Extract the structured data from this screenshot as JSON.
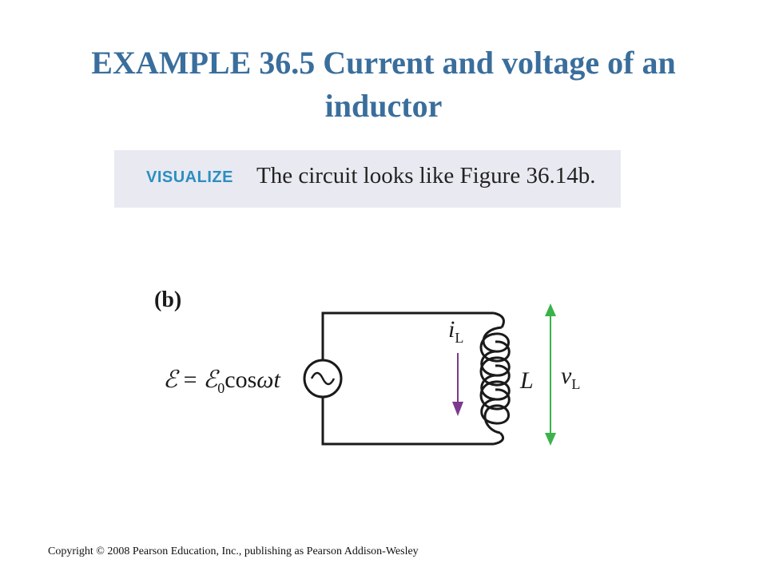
{
  "title": "EXAMPLE 36.5 Current and voltage of an inductor",
  "visualize": {
    "label": "VISUALIZE",
    "text": "The circuit looks like Figure 36.14b."
  },
  "figure": {
    "panel_label": "(b)",
    "emf_symbol": "ℰ",
    "emf_equals": " = ",
    "emf_amp_symbol": "ℰ",
    "emf_amp_subscript": "0",
    "emf_func": "cos",
    "emf_arg": "ωt",
    "current_symbol": "i",
    "current_subscript": "L",
    "inductor_symbol": "L",
    "voltage_symbol": "v",
    "voltage_subscript": "L",
    "colors": {
      "circuit": "#1a1a1a",
      "current_arrow": "#7b3a8e",
      "voltage_arrow": "#3ab34a"
    }
  },
  "copyright": "Copyright © 2008 Pearson Education, Inc., publishing as Pearson Addison-Wesley"
}
